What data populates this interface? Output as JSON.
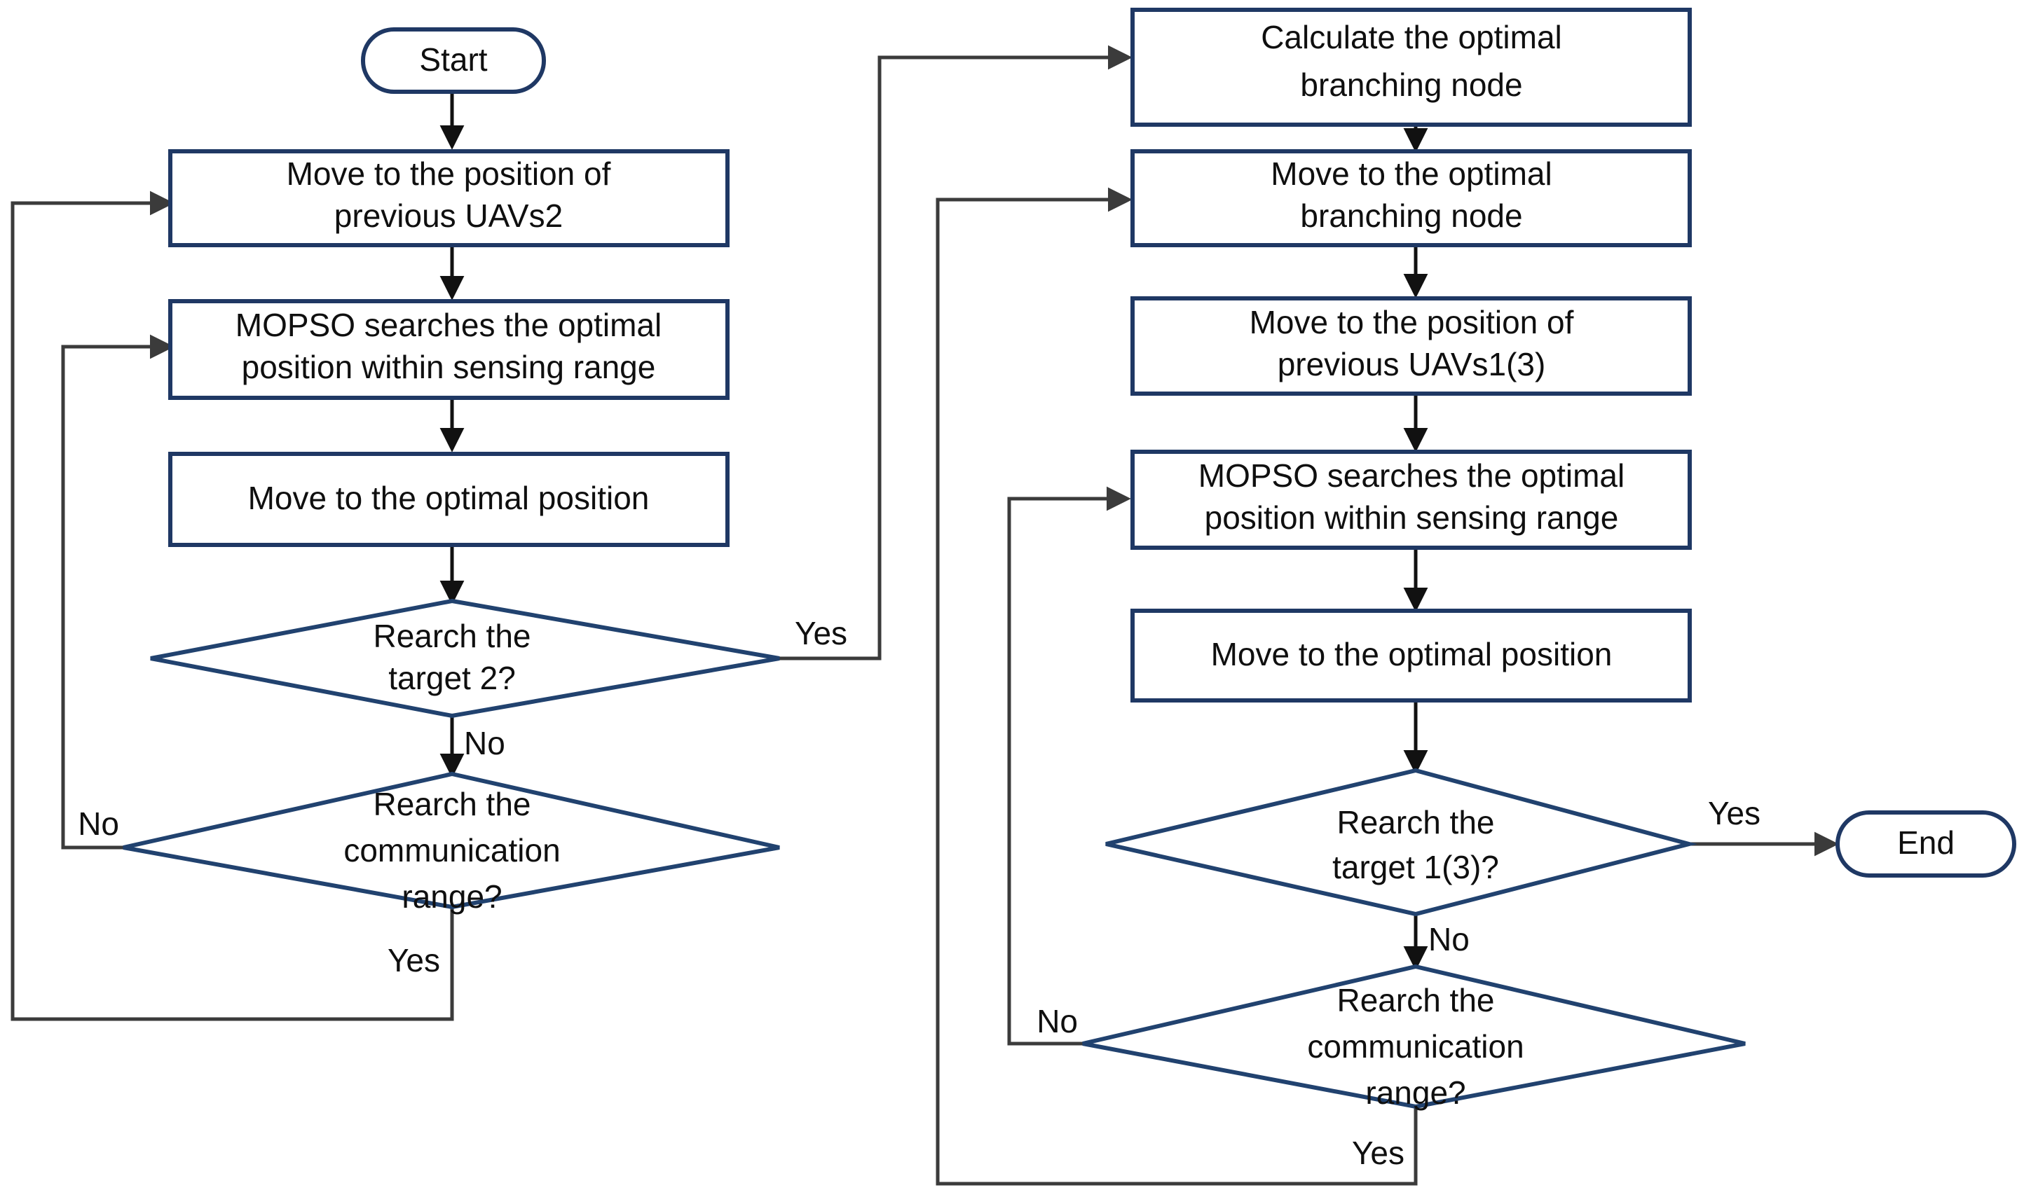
{
  "diagram": {
    "title": "UAV multi-target search flowchart",
    "colors": {
      "node_border": "#1f3864",
      "diamond_border": "#21426f",
      "edge": "#3b3b3b",
      "background": "#ffffff",
      "text": "#0f0f0f"
    },
    "nodes": {
      "start": {
        "label": "Start",
        "shape": "terminator"
      },
      "end": {
        "label": "End",
        "shape": "terminator"
      },
      "left_move_prev": {
        "line1": "Move to the position of",
        "line2": "previous UAVs2",
        "shape": "process"
      },
      "left_mopso": {
        "line1": "MOPSO searches the optimal",
        "line2": "position within sensing range",
        "shape": "process"
      },
      "left_move_opt": {
        "line1": "Move to the optimal position",
        "line2": "",
        "shape": "process"
      },
      "left_d_target": {
        "line1": "Rearch the",
        "line2": "target 2?",
        "shape": "decision"
      },
      "left_d_comm": {
        "line1": "Rearch the",
        "line2": "communication",
        "line3": "range?",
        "shape": "decision"
      },
      "right_calc_node": {
        "line1": "Calculate the optimal",
        "line2": "branching node",
        "shape": "process"
      },
      "right_move_node": {
        "line1": "Move to the optimal",
        "line2": "branching node",
        "shape": "process"
      },
      "right_move_prev": {
        "line1": "Move to the position of",
        "line2": "previous UAVs1(3)",
        "shape": "process"
      },
      "right_mopso": {
        "line1": "MOPSO searches the optimal",
        "line2": "position within sensing range",
        "shape": "process"
      },
      "right_move_opt": {
        "line1": "Move to the optimal position",
        "line2": "",
        "shape": "process"
      },
      "right_d_target": {
        "line1": "Rearch the",
        "line2": "target 1(3)?",
        "shape": "decision"
      },
      "right_d_comm": {
        "line1": "Rearch the",
        "line2": "communication",
        "line3": "range?",
        "shape": "decision"
      }
    },
    "edge_labels": {
      "left_target_yes": "Yes",
      "left_target_no": "No",
      "left_comm_no": "No",
      "left_comm_yes": "Yes",
      "right_target_yes": "Yes",
      "right_target_no": "No",
      "right_comm_no": "No",
      "right_comm_yes": "Yes"
    }
  }
}
